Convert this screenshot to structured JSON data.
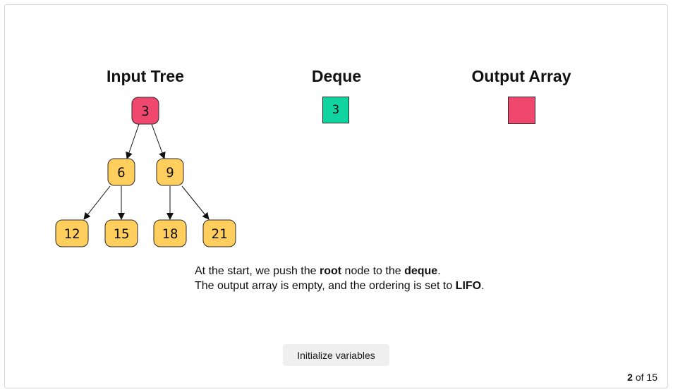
{
  "sections": {
    "tree_title": "Input Tree",
    "deque_title": "Deque",
    "output_title": "Output Array"
  },
  "tree": {
    "root": "3",
    "level1": [
      "6",
      "9"
    ],
    "level2": [
      "12",
      "15",
      "18",
      "21"
    ]
  },
  "deque": {
    "items": [
      "3"
    ]
  },
  "output_array": {
    "items": []
  },
  "description": {
    "line1_pre": "At the start, we push the ",
    "line1_bold1": "root",
    "line1_mid": " node to the ",
    "line1_bold2": "deque",
    "line1_end": ".",
    "line2_pre": "The output array is empty, and the ordering is set to ",
    "line2_bold": "LIFO",
    "line2_end": "."
  },
  "controls": {
    "init_label": "Initialize variables"
  },
  "pager": {
    "current": "2",
    "separator": " of ",
    "total": "15"
  },
  "colors": {
    "root_node": "#f0476f",
    "child_node": "#ffce5c",
    "deque_item": "#10d3a0",
    "output_item": "#f0476f"
  }
}
